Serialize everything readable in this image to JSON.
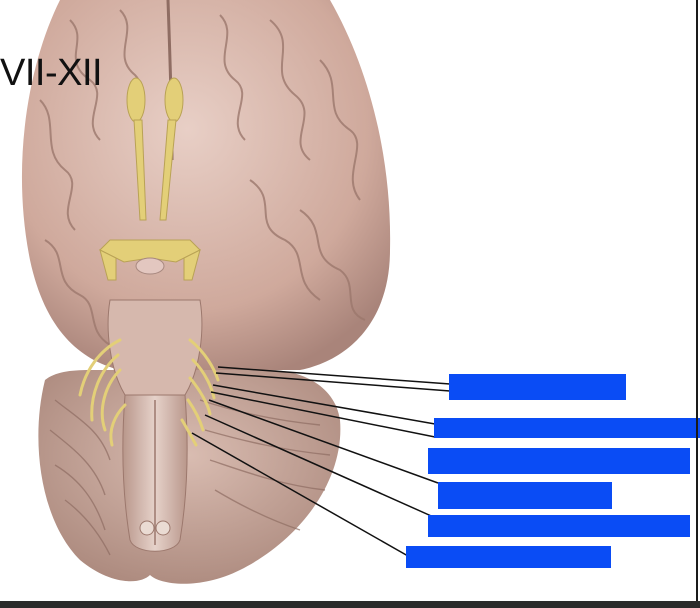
{
  "slide": {
    "title": "VII-XII",
    "label_box_color": "#0a4cf5",
    "pointer_line_color": "#111111",
    "nerve_color": "#e3cf78"
  },
  "labels": [
    {
      "id": "label-1",
      "text": ""
    },
    {
      "id": "label-2",
      "text": ""
    },
    {
      "id": "label-3",
      "text": ""
    },
    {
      "id": "label-4",
      "text": ""
    },
    {
      "id": "label-5",
      "text": ""
    },
    {
      "id": "label-6",
      "text": ""
    }
  ]
}
